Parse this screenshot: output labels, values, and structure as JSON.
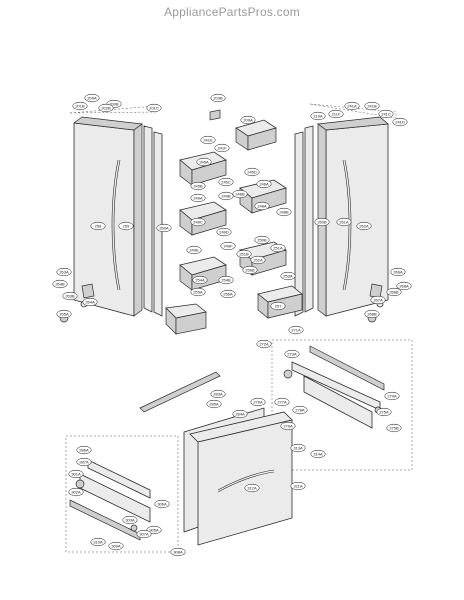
{
  "header": {
    "watermark": "AppliancePartsPros.com"
  },
  "callouts": [
    "200A",
    "200B",
    "201B",
    "201C",
    "202B",
    "203B",
    "209A",
    "210A",
    "211F",
    "241A",
    "241B",
    "241C",
    "241D",
    "241E",
    "241F",
    "245A",
    "245B",
    "245C",
    "245D",
    "246A",
    "246B",
    "248A",
    "248B",
    "249A",
    "249B",
    "249C",
    "249D",
    "249E",
    "249F",
    "250B",
    "251A",
    "251B",
    "252A",
    "253A",
    "254A",
    "254B",
    "255A",
    "256A",
    "256B",
    "257",
    "258",
    "259",
    "260A",
    "260B",
    "261A",
    "262A",
    "263A",
    "263B",
    "264A",
    "264B",
    "265A",
    "266A",
    "266B",
    "267A",
    "268A",
    "268B",
    "271A",
    "272A",
    "273A",
    "274A",
    "275A",
    "275B",
    "276A",
    "277A",
    "278A",
    "279A",
    "283A",
    "284A",
    "285A",
    "286A",
    "287A",
    "301A",
    "302A",
    "303A",
    "305A",
    "306A",
    "307A",
    "308A",
    "309A",
    "310A",
    "311A",
    "312A",
    "313A",
    "314A"
  ]
}
